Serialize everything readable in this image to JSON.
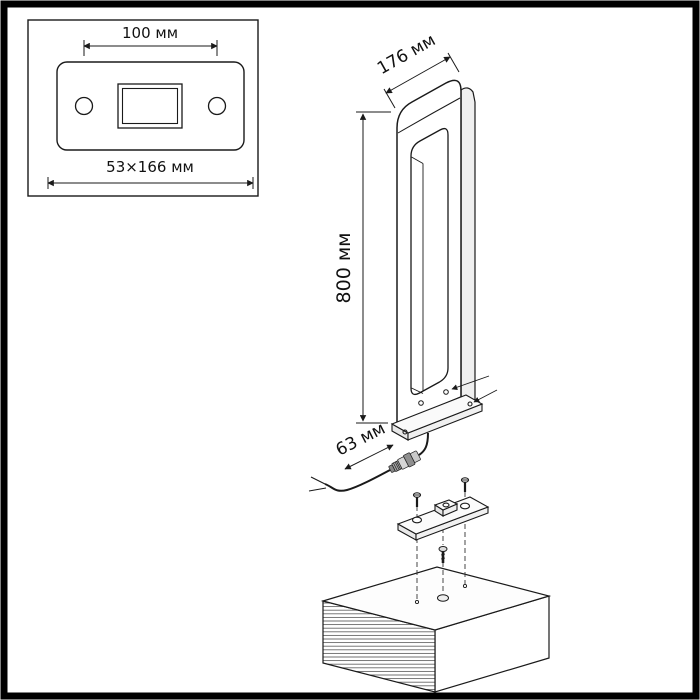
{
  "colors": {
    "background": "#ffffff",
    "frame": "#000000",
    "line": "#1a1a1a"
  },
  "inset_view": {
    "hole_spacing_label": "100 мм",
    "plate_size_label": "53×166 мм"
  },
  "isometric_view": {
    "width_label": "176 мм",
    "height_label": "800 мм",
    "connector_label": "63 мм"
  }
}
